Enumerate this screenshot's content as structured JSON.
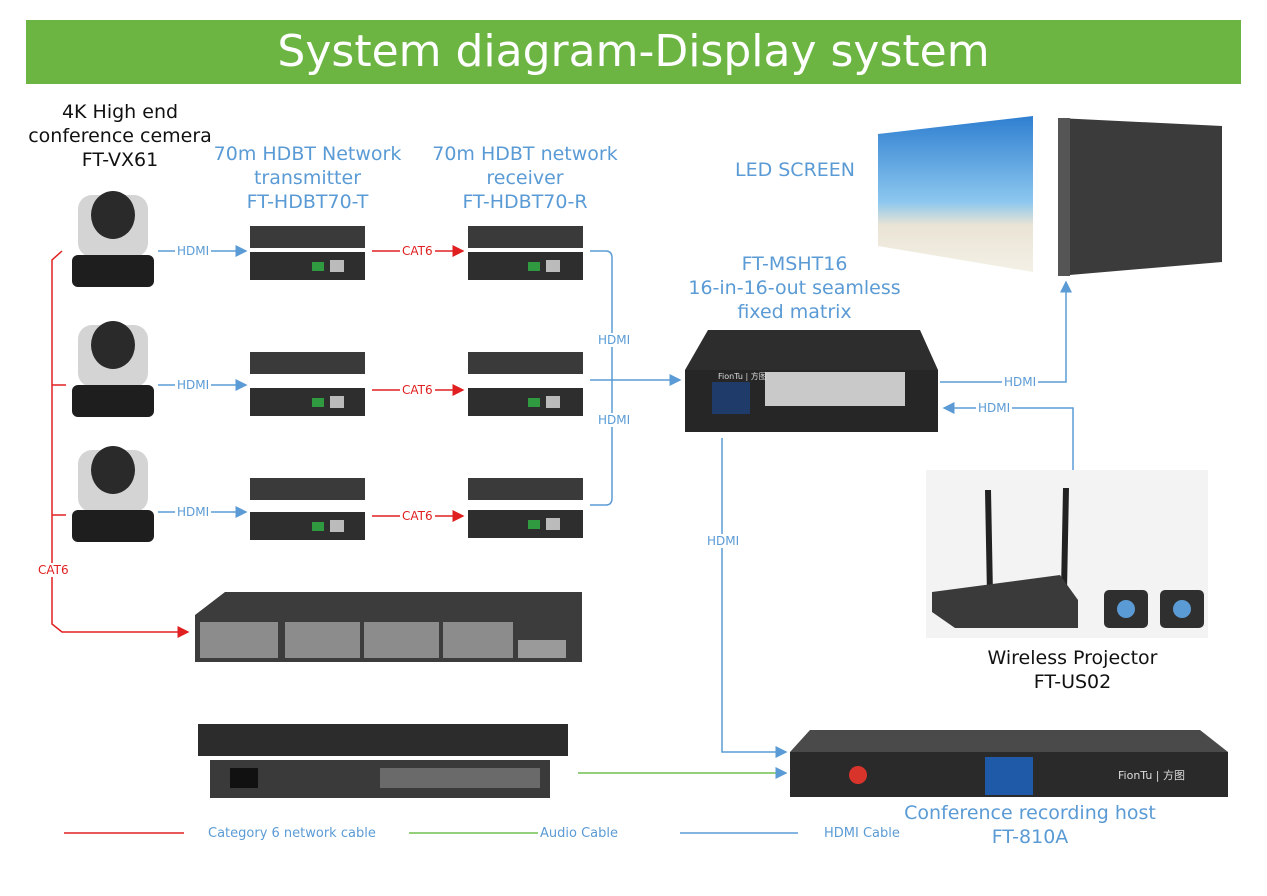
{
  "title": "System diagram-Display system",
  "camera": {
    "line1": "4K High end",
    "line2": "conference cemera",
    "line3": "FT-VX61"
  },
  "transmitter": {
    "line1": "70m HDBT Network",
    "line2": "transmitter",
    "line3": "FT-HDBT70-T"
  },
  "receiver": {
    "line1": "70m HDBT network",
    "line2": "receiver",
    "line3": "FT-HDBT70-R"
  },
  "led": {
    "label": "LED SCREEN"
  },
  "matrix": {
    "line1": "FT-MSHT16",
    "line2": "16-in-16-out seamless",
    "line3": "fixed matrix",
    "brand": "FionTu | 方图"
  },
  "projector": {
    "line1": "Wireless Projector",
    "line2": "FT-US02"
  },
  "recorder": {
    "line1": "Conference recording host",
    "line2": "FT-810A",
    "brand": "FionTu | 方图"
  },
  "links": {
    "hdmi": "HDMI",
    "cat6": "CAT6"
  },
  "legend": {
    "cat6": "Category 6 network cable",
    "audio": "Audio Cable",
    "hdmi": "HDMI Cable"
  },
  "colors": {
    "banner": "#6db543",
    "hdmi": "#5b9bd5",
    "cat6": "#e02020",
    "audio": "#70c050"
  }
}
